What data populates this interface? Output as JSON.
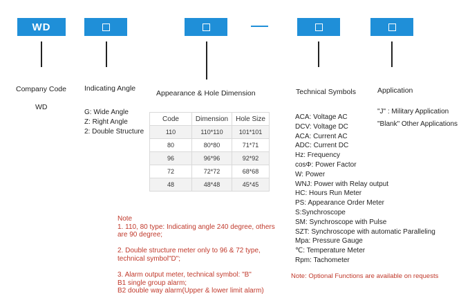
{
  "code_boxes": [
    {
      "id": "company",
      "text": "WD"
    },
    {
      "id": "angle",
      "text": ""
    },
    {
      "id": "appearance",
      "text": ""
    },
    {
      "id": "technical",
      "text": ""
    },
    {
      "id": "application",
      "text": ""
    }
  ],
  "labels": {
    "company_code": "Company Code",
    "company_value": "WD",
    "indicating_angle": "Indicating Angle",
    "appearance_hole": "Appearance & Hole Dimension",
    "technical_symbols": "Technical Symbols",
    "application": "Application"
  },
  "angle_options": [
    "G: Wide Angle",
    "Z: Right Angle",
    "2: Double Structure"
  ],
  "dimension_table": {
    "headers": [
      "Code",
      "Dimension",
      "Hole Size"
    ],
    "rows": [
      [
        "110",
        "110*110",
        "101*101"
      ],
      [
        "80",
        "80*80",
        "71*71"
      ],
      [
        "96",
        "96*96",
        "92*92"
      ],
      [
        "72",
        "72*72",
        "68*68"
      ],
      [
        "48",
        "48*48",
        "45*45"
      ]
    ]
  },
  "technical_list": [
    "ACA: Voltage AC",
    "DCV: Voltage DC",
    "ACA: Current AC",
    "ADC: Current DC",
    "Hz: Frequency",
    "cosΦ: Power Factor",
    "W: Power",
    "WNJ: Power with Relay output",
    "HC: Hours Run Meter",
    "PS: Appearance Order Meter",
    "S:Synchroscope",
    "SM: Synchroscope with Pulse",
    "SZT: Synchroscope with automatic Paralleling",
    "Mpa: Pressure Gauge",
    "℃: Temperature Meter",
    "Rpm: Tachometer"
  ],
  "application_options": [
    "\"J\" : Military Application",
    "\"Blank\" Other Applications"
  ],
  "note_lines": [
    "Note",
    "1. 110, 80 type: Indicating angle 240 degree, others",
    "are 90 degree;",
    "",
    "2. Double structure meter only to 96 & 72  type,",
    "technical symbol\"D\";",
    "",
    "3. Alarm output meter, technical symbol: \"B\"",
    " B1 single group alarm;",
    " B2 double way alarm(Upper & lower limit alarm)"
  ],
  "optional_note": "Note: Optional Functions are available on requests",
  "colors": {
    "accent": "#1f8fd8",
    "note": "#c0392b",
    "text": "#222222"
  }
}
